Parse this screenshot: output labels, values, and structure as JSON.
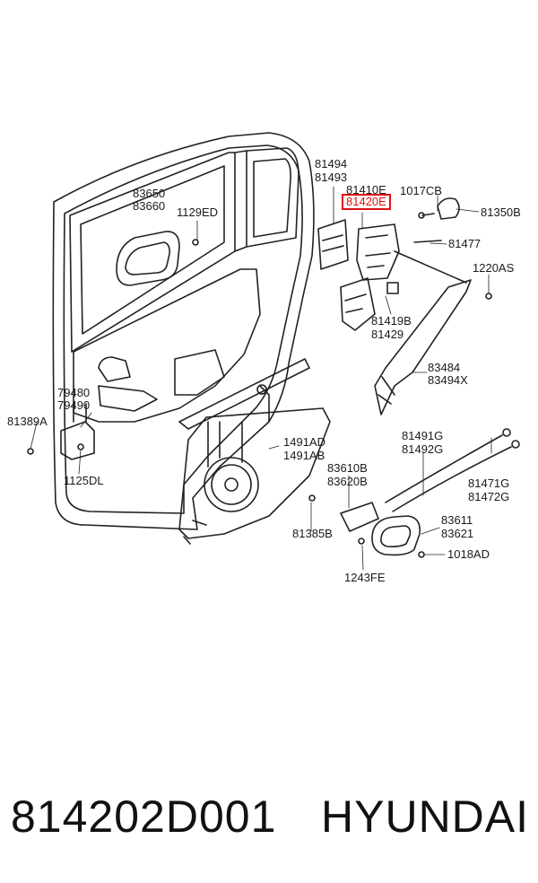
{
  "labels": {
    "p81494": "81494",
    "p81493": "81493",
    "p81410E": "81410E",
    "p81420E": "81420E",
    "p1017CB": "1017CB",
    "p81350B": "81350B",
    "p83650": "83650",
    "p83660": "83660",
    "p1129ED": "1129ED",
    "p81477": "81477",
    "p1220AS": "1220AS",
    "p81419B": "81419B",
    "p81429": "81429",
    "p83484": "83484",
    "p83494X": "83494X",
    "p79480": "79480",
    "p79490": "79490",
    "p81389A": "81389A",
    "p1491AD": "1491AD",
    "p1491AB": "1491AB",
    "p81491G": "81491G",
    "p81492G": "81492G",
    "p83610B": "83610B",
    "p83620B": "83620B",
    "p81471G": "81471G",
    "p81472G": "81472G",
    "p1125DL": "1125DL",
    "p83611": "83611",
    "p83621": "83621",
    "p81385B": "81385B",
    "p1018AD": "1018AD",
    "p1243FE": "1243FE"
  },
  "highlight_color": "#e01010",
  "footer": {
    "part_number": "814202D001",
    "brand": "HYUNDAI"
  }
}
